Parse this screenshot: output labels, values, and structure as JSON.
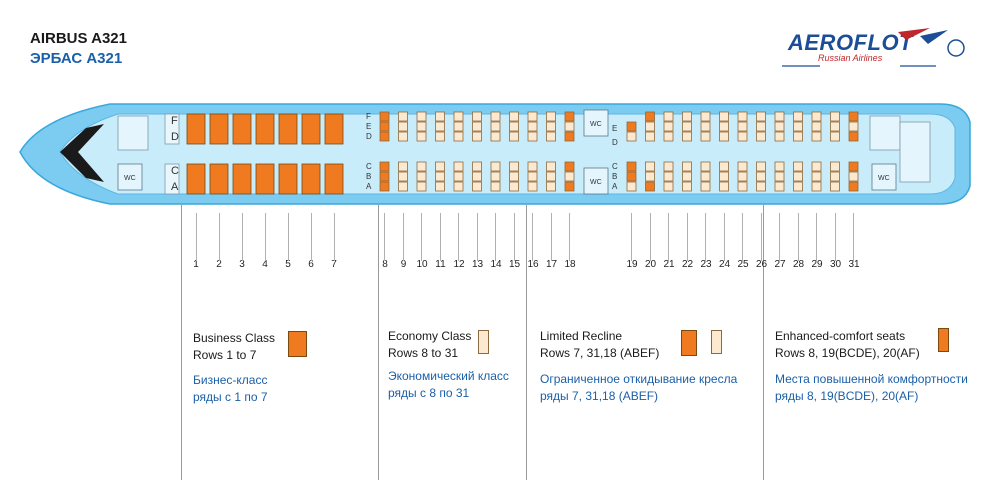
{
  "header": {
    "title_en": "AIRBUS A321",
    "title_ru": "ЭРБАС А321"
  },
  "logo": {
    "brand": "AEROFLOT",
    "sub": "Russian Airlines",
    "colors": {
      "blue": "#1b4e96",
      "red": "#c0272d"
    }
  },
  "cabin": {
    "business_rows": [
      1,
      2,
      3,
      4,
      5,
      6,
      7
    ],
    "economy_rows_a": [
      8,
      9,
      10,
      11,
      12,
      13,
      14,
      15,
      16,
      17,
      18
    ],
    "economy_rows_b": [
      19,
      20,
      21,
      22,
      23,
      24,
      25,
      26,
      27,
      28,
      29,
      30,
      31
    ],
    "biz_letters_top": [
      "F",
      "D"
    ],
    "biz_letters_bottom": [
      "C",
      "A"
    ],
    "eco_letters_top": [
      "F",
      "E",
      "D"
    ],
    "eco_letters_bottom": [
      "C",
      "B",
      "A"
    ],
    "eco2_letters_top": [
      "E",
      "D"
    ],
    "eco2_letters_bottom": [
      "C",
      "B",
      "A"
    ],
    "wc_label": "WC"
  },
  "legend": {
    "business": {
      "en_title": "Business Class",
      "en_rows": "Rows 1 to 7",
      "ru_title": "Бизнес-класс",
      "ru_rows": "ряды с 1 по 7"
    },
    "economy": {
      "en_title": "Economy Class",
      "en_rows": "Rows  8 to 31",
      "ru_title": "Экономический  класс",
      "ru_rows": "ряды с  8 по 31"
    },
    "limited": {
      "en_title": "Limited Recline",
      "en_rows": "Rows 7, 31,18 (ABEF)",
      "ru_title": "Ограниченное откидывание кресла",
      "ru_rows": "ряды 7, 31,18 (ABEF)"
    },
    "enhanced": {
      "en_title": "Enhanced-comfort seats",
      "en_rows": "Rows 8, 19(BCDE), 20(AF)",
      "ru_title": "Места повышенной комфортности",
      "ru_rows": "ряды 8, 19(BCDE), 20(AF)"
    }
  },
  "colors": {
    "fuselage": "#7ccbf0",
    "fuselage_inner": "#c9ecfb",
    "seat_orange": "#f07a20",
    "seat_light": "#fde9d0",
    "text_blue": "#1b5fa8"
  }
}
